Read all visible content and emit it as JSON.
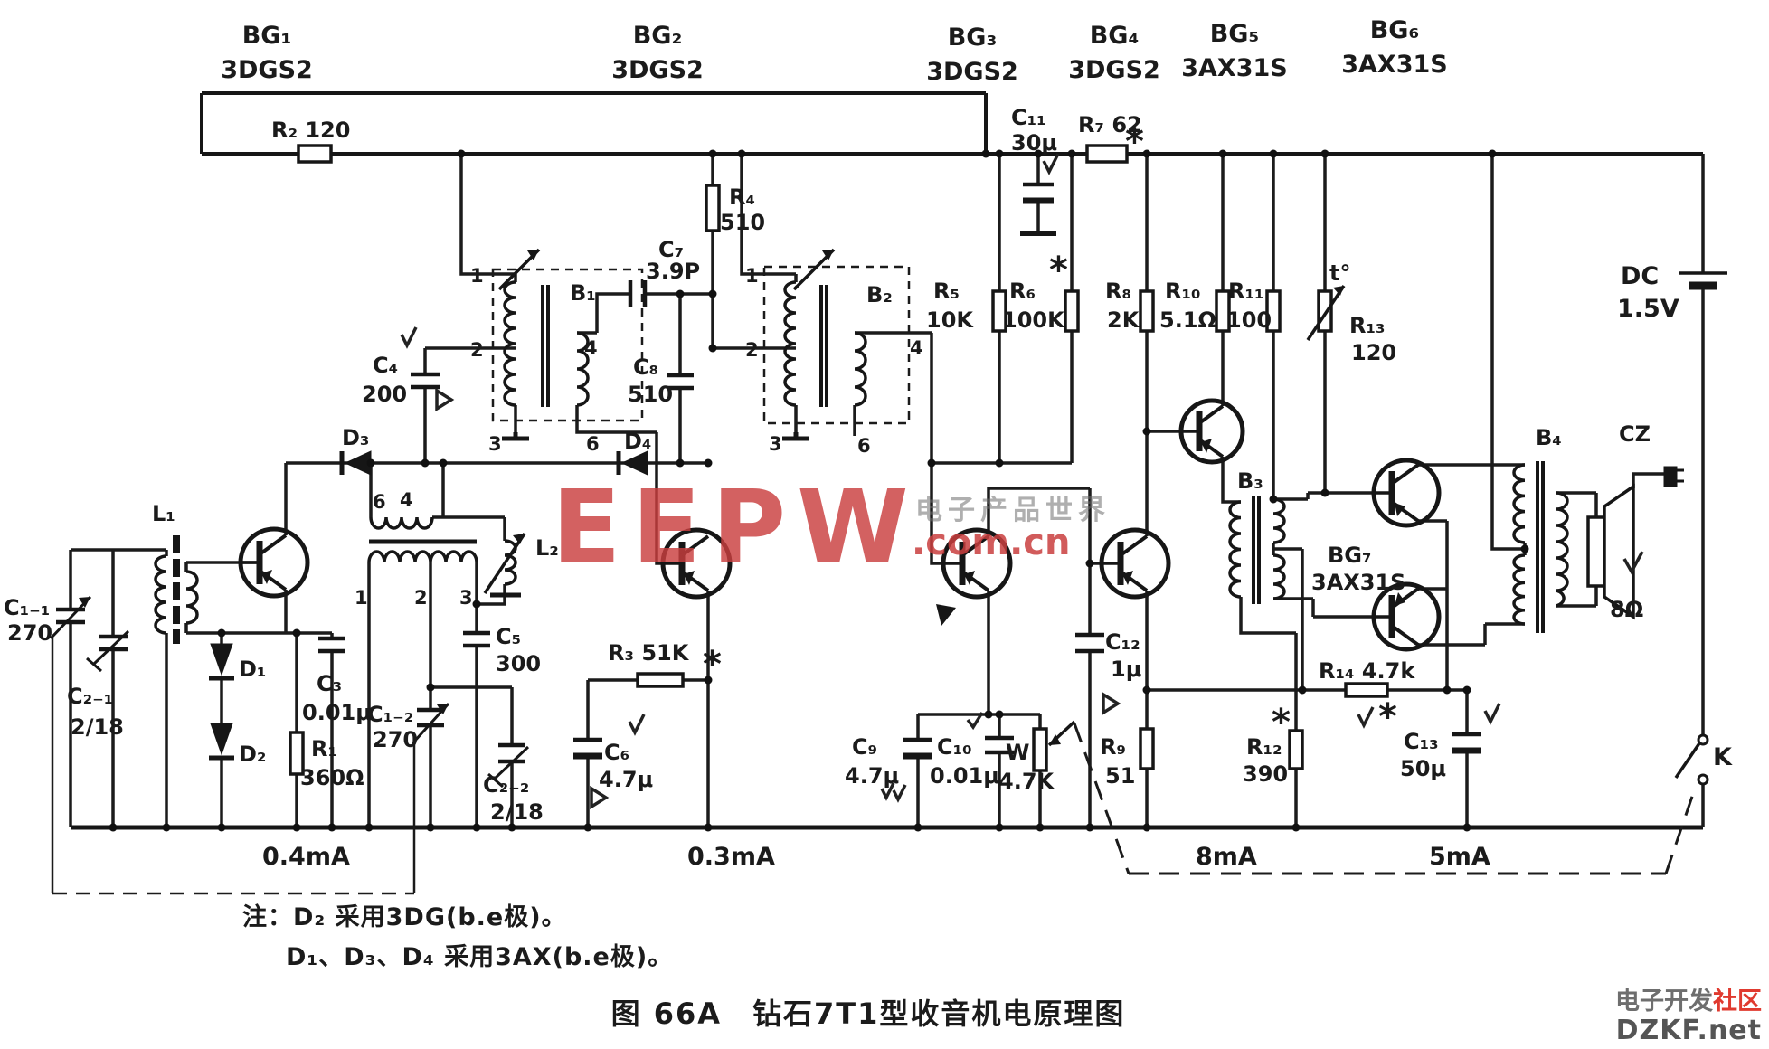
{
  "figure": {
    "title": "图 66A　钻石7T1型收音机电原理图",
    "note1": "注：D₂ 采用3DG(b.e极)。",
    "note2": "D₁、D₃、D₄ 采用3AX(b.e极)。"
  },
  "watermark": {
    "brand": "EEPW",
    "domain": ".com.cn",
    "tagline": "电子产品世界"
  },
  "badge": {
    "site": "电子开发",
    "site_red": "社区",
    "domain": "DZKF.net"
  },
  "labels": {
    "bg1": "BG₁",
    "bg1_part": "3DGS2",
    "bg2": "BG₂",
    "bg2_part": "3DGS2",
    "bg3": "BG₃",
    "bg3_part": "3DGS2",
    "bg4": "BG₄",
    "bg4_part": "3DGS2",
    "bg5": "BG₅",
    "bg5_part": "3AX31S",
    "bg6": "BG₆",
    "bg6_part": "3AX31S",
    "bg7": "BG₇",
    "bg7_part": "3AX31S",
    "r1": "R₁",
    "r1_v": "360Ω",
    "r2": "R₂ 120",
    "r3": "R₃ 51K",
    "r4": "R₄",
    "r4_v": "510",
    "r5": "R₅",
    "r5_v": "10K",
    "r6": "R₆",
    "r6_v": "100K",
    "r7": "R₇ 62",
    "r8": "R₈",
    "r8_v": "2K",
    "r9": "R₉",
    "r9_v": "51",
    "r10": "R₁₀",
    "r10_v": "5.1Ω",
    "r11": "R₁₁",
    "r11_v": "100",
    "r12": "R₁₂",
    "r12_v": "390",
    "r13": "R₁₃",
    "r13_v": "120",
    "r14": "R₁₄ 4.7k",
    "c1_1": "C₁₋₁",
    "c1_1_v": "270",
    "c2_1": "C₂₋₁",
    "c2_1_v": "2/18",
    "c1_2": "C₁₋₂",
    "c1_2_v": "270",
    "c2_2": "C₂₋₂",
    "c2_2_v": "2/18",
    "c3": "C₃",
    "c3_v": "0.01μ",
    "c4": "C₄",
    "c4_v": "200",
    "c5": "C₅",
    "c5_v": "300",
    "c6": "C₆",
    "c6_v": "4.7μ",
    "c7": "C₇",
    "c7_v": "3.9P",
    "c8": "C₈",
    "c8_v": "510",
    "c9": "C₉",
    "c9_v": "4.7μ",
    "c10": "C₁₀",
    "c10_v": "0.01μ",
    "c11": "C₁₁",
    "c11_v": "30μ",
    "c12": "C₁₂",
    "c12_v": "1μ",
    "c13": "C₁₃",
    "c13_v": "50μ",
    "d1": "D₁",
    "d2": "D₂",
    "d3": "D₃",
    "d4": "D₄",
    "l1": "L₁",
    "l2": "L₂",
    "b1": "B₁",
    "b2": "B₂",
    "b3": "B₃",
    "b4": "B₄",
    "w": "W",
    "w_v": "4.7K",
    "dc": "DC",
    "dc_v": "1.5V",
    "k": "K",
    "cz": "CZ",
    "spk": "8Ω",
    "t": "t°",
    "i1": "0.4mA",
    "i2": "0.3mA",
    "i3": "8mA",
    "i4": "5mA",
    "pin1": "1",
    "pin2": "2",
    "pin3": "3",
    "pin4": "4",
    "pin6": "6",
    "star": "*"
  }
}
